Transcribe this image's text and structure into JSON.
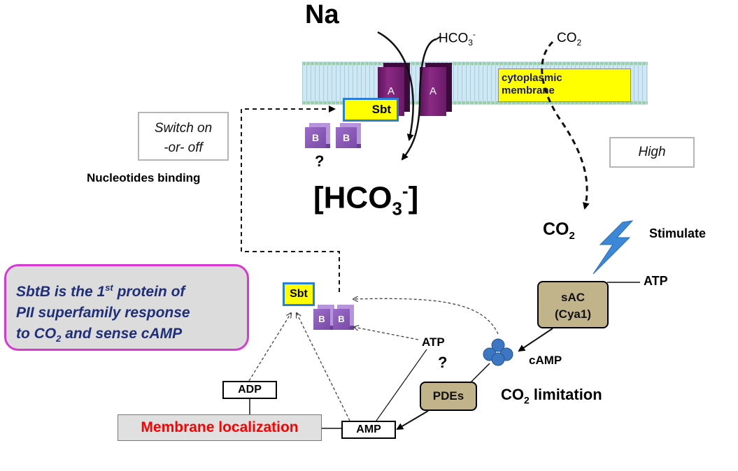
{
  "membrane": {
    "na": "Na",
    "hco3_in": "HCO",
    "hco3_in_sub": "3",
    "hco3_in_sup": "-",
    "co2_in": "CO",
    "co2_in_sub": "2",
    "membrane_line1": "cytoplasmic",
    "membrane_line2": "membrane",
    "subunit_a1": "A",
    "subunit_a2": "A",
    "sbt": "Sbt",
    "subunit_b1": "B",
    "subunit_b2": "B",
    "question": "?",
    "hco3_big": "[HCO",
    "hco3_big_sub": "3",
    "hco3_big_sup": "-",
    "hco3_big_end": "]"
  },
  "left_panel": {
    "switch_line1": "Switch on",
    "switch_line2": "-or- off",
    "nucleotides": "Nucleotides binding"
  },
  "right_panel": {
    "high": "High",
    "co2": "CO",
    "co2_sub": "2",
    "stimulate": "Stimulate",
    "atp": "ATP",
    "sac_line1": "sAC",
    "sac_line2": "(Cya1)",
    "camp": "cAMP",
    "limitation_co": "CO",
    "limitation_sub": "2",
    "limitation_rest": " limitation"
  },
  "info_box": {
    "line1_pre": "SbtB is the 1",
    "line1_sup": "st",
    "line1_post": " protein of",
    "line2": "PII superfamily response",
    "line3_pre": "to CO",
    "line3_sub": "2",
    "line3_post": " and sense cAMP"
  },
  "lower": {
    "sbt": "Sbt",
    "b1": "B",
    "b2": "B",
    "atp": "ATP",
    "question": "?",
    "pdes": "PDEs",
    "adp": "ADP",
    "amp": "AMP",
    "membrane_localization": "Membrane localization"
  },
  "colors": {
    "membrane_label": "#ffff00",
    "subunit_a": "#7a1f76",
    "subunit_b": "#8a5cbf",
    "sbt_border": "#2a7fd6",
    "khaki": "#c2b48a",
    "info_border": "#d63ad3",
    "info_text": "#1f2f7a",
    "membrane_localization_text": "#ff0000",
    "lightning": "#3b87d8",
    "camp": "#3d76c2"
  }
}
